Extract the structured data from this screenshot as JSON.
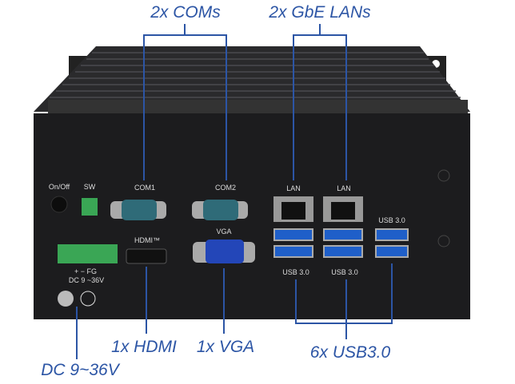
{
  "callouts": {
    "coms": "2x COMs",
    "lans": "2x GbE LANs",
    "hdmi": "1x HDMI",
    "vga": "1x VGA",
    "usb": "6x USB3.0",
    "dc": "DC 9~36V"
  },
  "panel_labels": {
    "onoff": "On/Off",
    "sw": "SW",
    "com1": "COM1",
    "com2": "COM2",
    "vga": "VGA",
    "hdmi": "HDMI™",
    "lan1": "LAN",
    "lan2": "LAN",
    "usb_a": "USB 3.0",
    "usb_b": "USB 3.0",
    "usb_c": "USB 3.0",
    "power_pins": "+  −  FG",
    "power_rating": "DC 9 ~36V"
  },
  "colors": {
    "callout": "#2c55a5",
    "chassis": "#1c1c1e",
    "terminal": "#3aa655",
    "vga_port": "#2346b8"
  }
}
